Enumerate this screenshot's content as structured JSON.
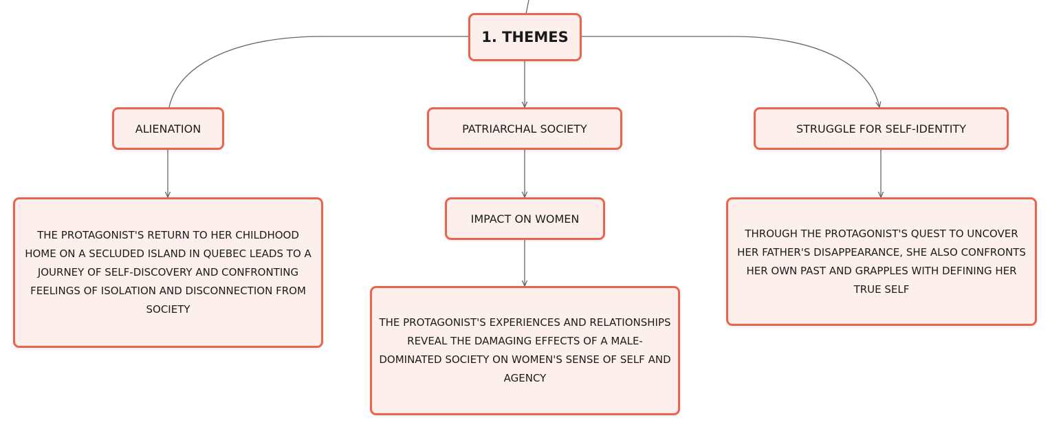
{
  "diagram": {
    "root": {
      "label": "1. THEMES"
    },
    "themes": [
      {
        "label": "ALIENATION",
        "detail": "THE PROTAGONIST'S RETURN TO HER CHILDHOOD HOME ON A SECLUDED ISLAND IN QUEBEC LEADS TO A JOURNEY OF SELF-DISCOVERY AND CONFRONTING FEELINGS OF ISOLATION AND DISCONNECTION FROM SOCIETY"
      },
      {
        "label": "PATRIARCHAL SOCIETY",
        "sub_label": "IMPACT ON WOMEN",
        "detail": "THE PROTAGONIST'S EXPERIENCES AND RELATIONSHIPS REVEAL THE DAMAGING EFFECTS OF A MALE-DOMINATED SOCIETY ON WOMEN'S SENSE OF SELF AND AGENCY"
      },
      {
        "label": "STRUGGLE FOR SELF-IDENTITY",
        "detail": "THROUGH THE PROTAGONIST'S QUEST TO UNCOVER HER FATHER'S DISAPPEARANCE, SHE ALSO CONFRONTS HER OWN PAST AND GRAPPLES WITH DEFINING HER TRUE SELF"
      }
    ],
    "colors": {
      "node_border": "#e8644d",
      "node_fill": "#fdf0ec",
      "connector": "#666666",
      "text": "#1a1a1a"
    }
  }
}
